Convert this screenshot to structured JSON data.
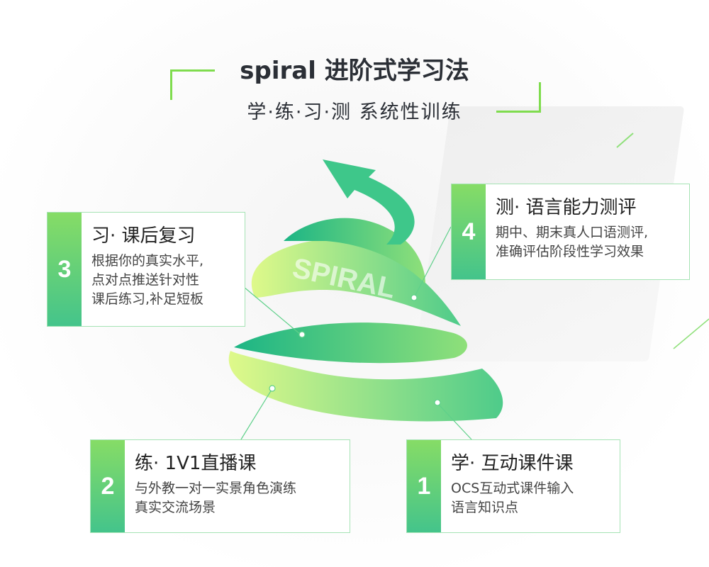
{
  "header": {
    "title": "spiral 进阶式学习法",
    "subtitle": "学·练·习·测 系统性训练"
  },
  "spiral": {
    "label": "SPIRAL"
  },
  "cards": [
    {
      "num": "1",
      "title": "学· 互动课件课",
      "desc": [
        "OCS互动式课件输入",
        "语言知识点"
      ]
    },
    {
      "num": "2",
      "title": "练· 1V1直播课",
      "desc": [
        "与外教一对一实景角色演练",
        "真实交流场景"
      ]
    },
    {
      "num": "3",
      "title": "习· 课后复习",
      "desc": [
        "根据你的真实水平,",
        "点对点推送针对性",
        "课后练习,补足短板"
      ]
    },
    {
      "num": "4",
      "title": "测· 语言能力测评",
      "desc": [
        "期中、期末真人口语测评,",
        "准确评估阶段性学习效果"
      ]
    }
  ],
  "colors": {
    "green_light": "#86dc66",
    "green_dark": "#44c48b",
    "border": "#a5e3b4"
  }
}
